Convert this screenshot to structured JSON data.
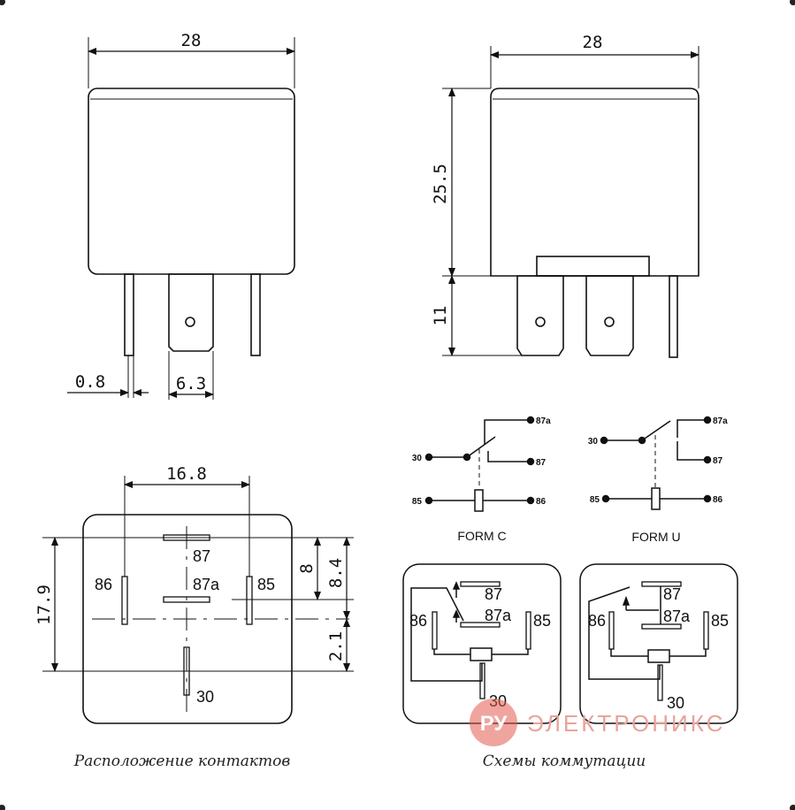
{
  "front_view": {
    "width_dim": "28",
    "pin_thickness_dim": "0.8",
    "pin_width_dim": "6.3"
  },
  "side_view": {
    "width_dim": "28",
    "height_dim": "25.5",
    "pin_length_dim": "11"
  },
  "pinout": {
    "spacing_dim": "16.8",
    "height_dim": "17.9",
    "offset_top_dim": "8",
    "offset_mid_dim": "8.4",
    "offset_bottom_dim": "2.1",
    "pins": {
      "p86": "86",
      "p85": "85",
      "p87": "87",
      "p87a": "87a",
      "p30": "30"
    },
    "caption": "Расположение контактов"
  },
  "schematic_c": {
    "title": "FORM C",
    "pins": {
      "p30": "30",
      "p87": "87",
      "p87a": "87a",
      "p85": "85",
      "p86": "86"
    }
  },
  "schematic_u": {
    "title": "FORM U",
    "pins": {
      "p30": "30",
      "p87": "87",
      "p87a": "87a",
      "p85": "85",
      "p86": "86"
    }
  },
  "box_c": {
    "pins": {
      "p87": "87",
      "p87a": "87a",
      "p86": "86",
      "p85": "85",
      "p30": "30"
    }
  },
  "box_u": {
    "pins": {
      "p87": "87",
      "p87a": "87a",
      "p86": "86",
      "p85": "85",
      "p30": "30"
    }
  },
  "switching_caption": "Схемы коммутации",
  "watermark": {
    "badge": "РУ",
    "text": "ЭЛЕКТРОНИКС",
    "color": "#e15b4e"
  }
}
